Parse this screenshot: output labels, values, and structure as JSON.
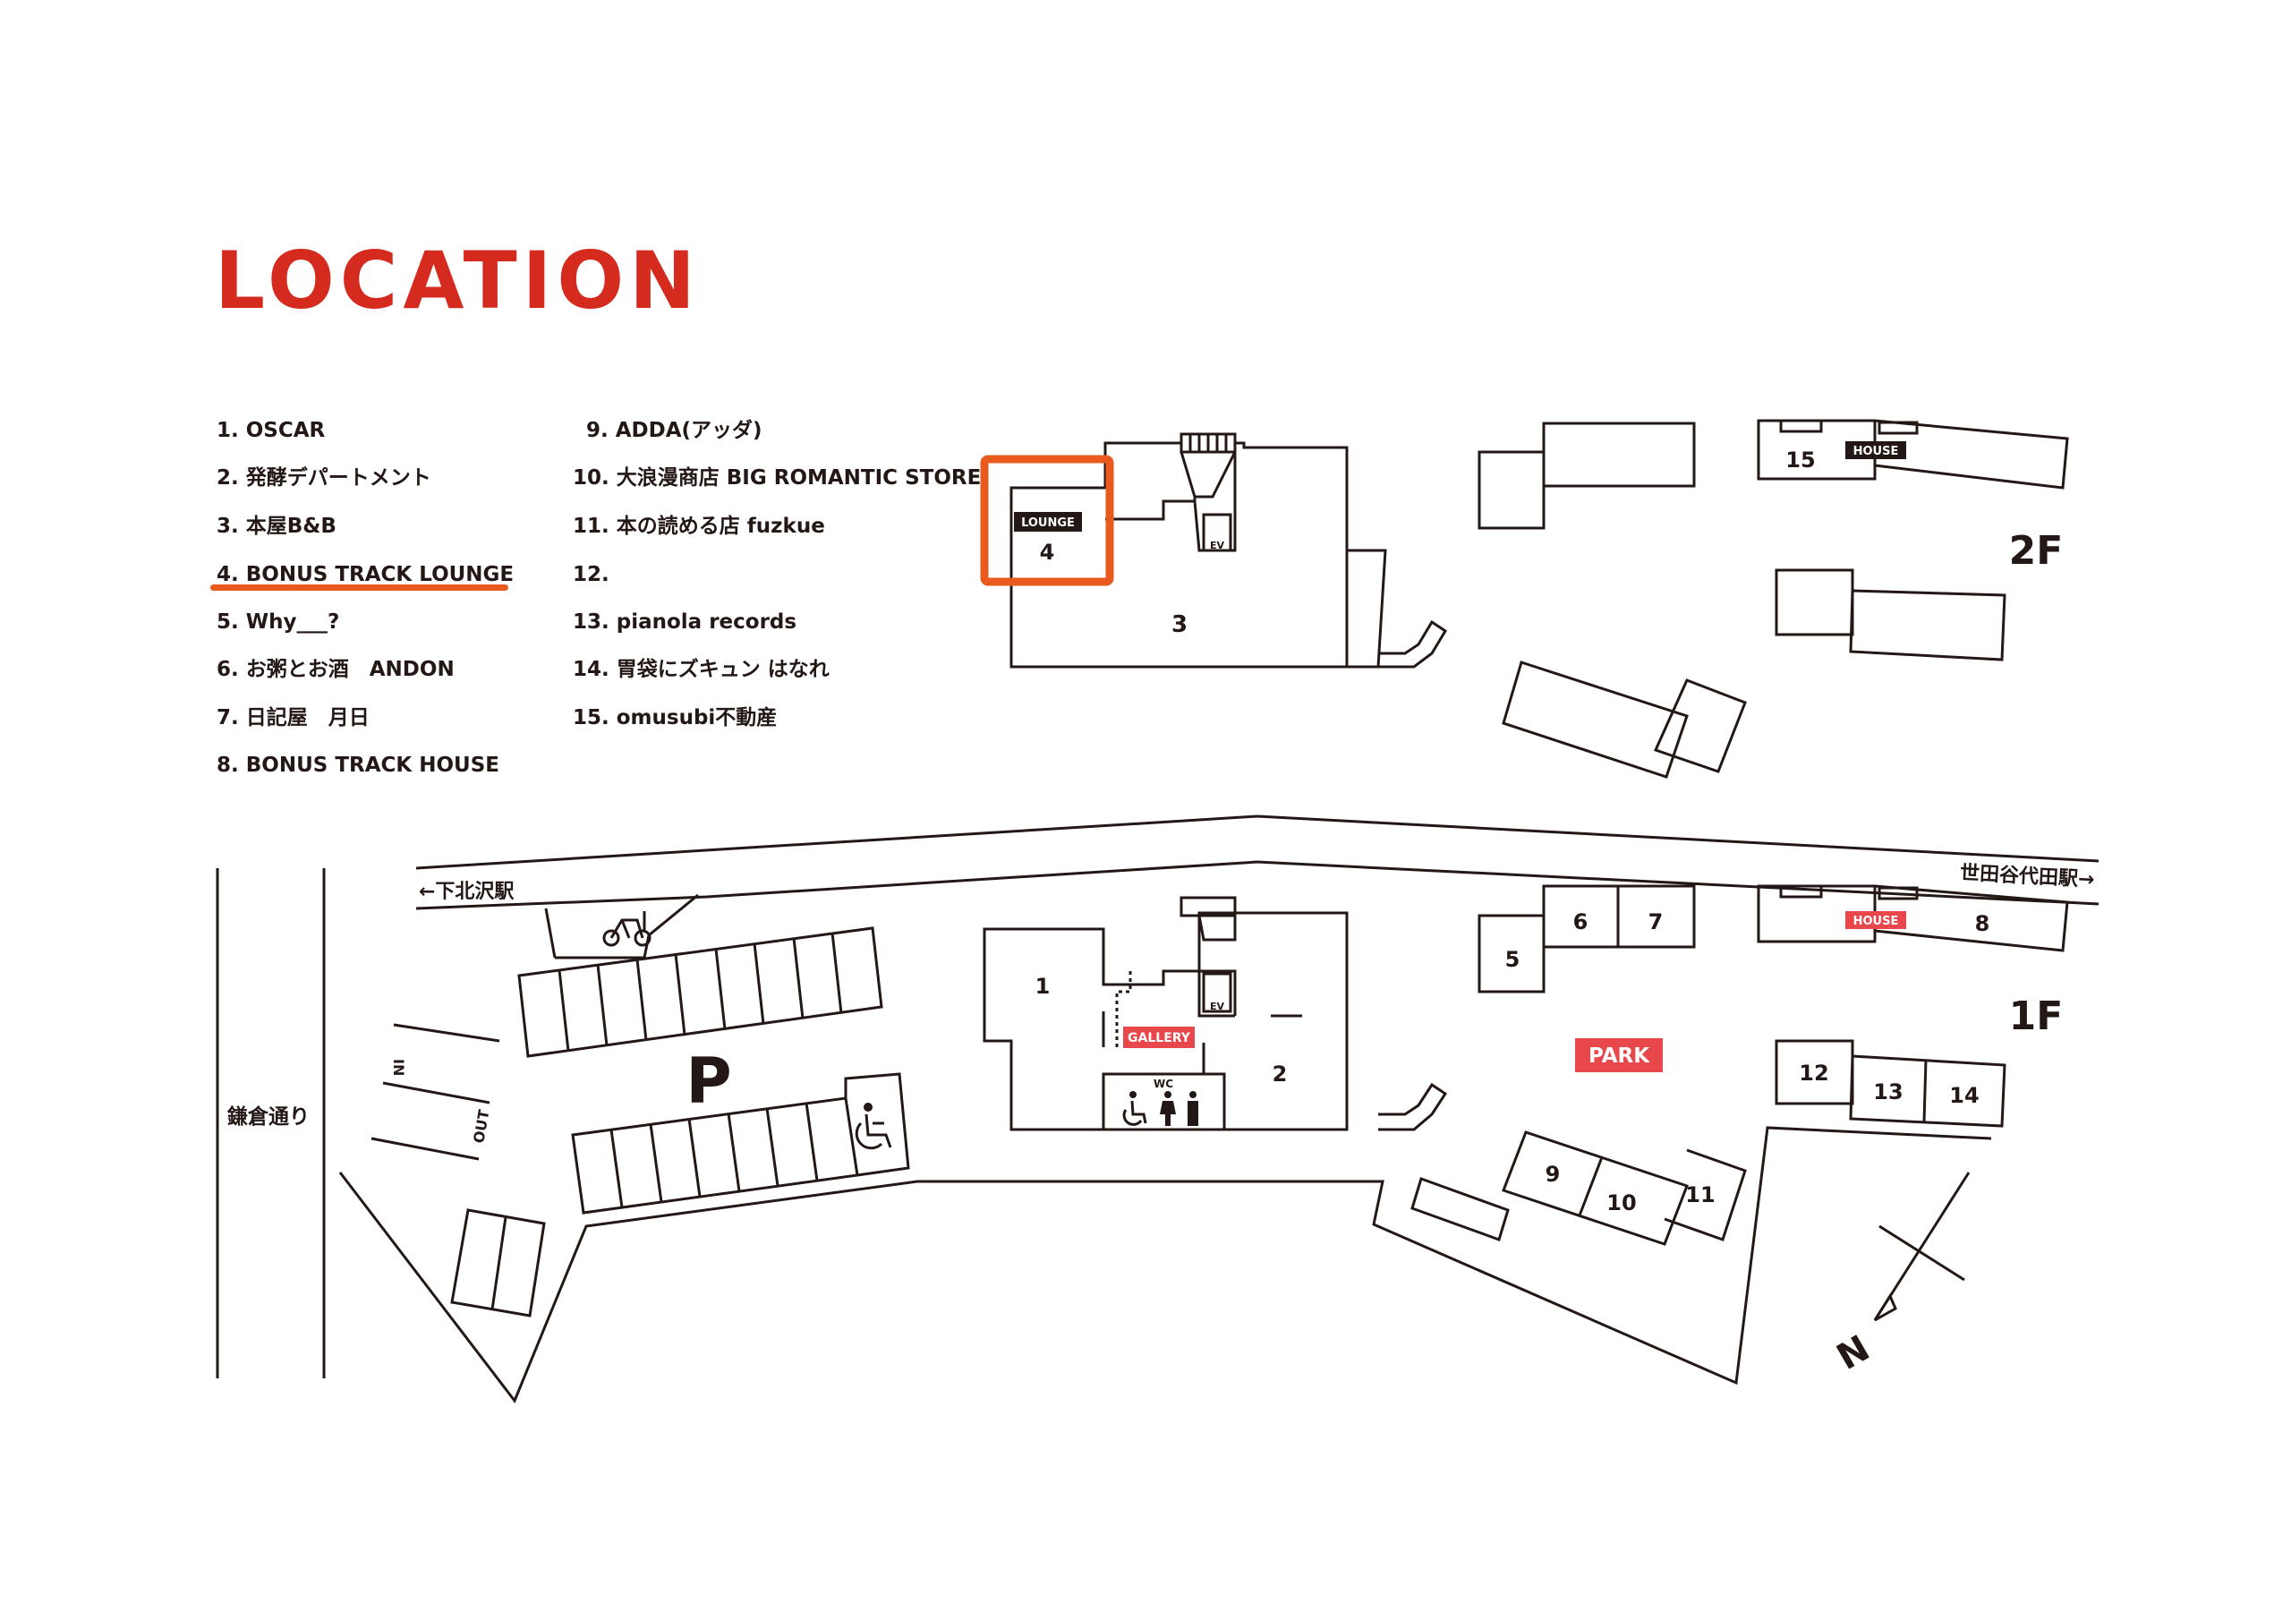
{
  "title": "LOCATION",
  "legend": {
    "col1": [
      "1. OSCAR",
      "2. 発酵デパートメント",
      "3. 本屋B&B",
      "4. BONUS TRACK LOUNGE",
      "5. Why___?",
      "6. お粥とお酒　ANDON",
      "7. 日記屋　月日",
      "8. BONUS TRACK HOUSE"
    ],
    "col2": [
      "9. ADDA(アッダ)",
      "10. 大浪漫商店 BIG ROMANTIC STORE",
      "11. 本の読める店 fuzkue",
      "12.",
      "13. pianola records",
      "14. 胃袋にズキュン はなれ",
      "15. omusubi不動産"
    ]
  },
  "highlighted_item": "4. BONUS TRACK LOUNGE",
  "floors": {
    "upper": "2F",
    "lower": "1F"
  },
  "map_labels": {
    "lounge": "LOUNGE",
    "house": "HOUSE",
    "gallery": "GALLERY",
    "park": "PARK",
    "wc": "WC",
    "ev": "EV",
    "parking": "P",
    "in": "IN",
    "out": "OUT",
    "station_left": "←下北沢駅",
    "station_right": "世田谷代田駅→",
    "street": "鎌倉通り",
    "north": "N"
  },
  "building_numbers": {
    "b1": "1",
    "b2": "2",
    "b3": "3",
    "b4": "4",
    "b5": "5",
    "b6": "6",
    "b7": "7",
    "b8": "8",
    "b9": "9",
    "b10": "10",
    "b11": "11",
    "b12": "12",
    "b13": "13",
    "b14": "14",
    "b15": "15"
  },
  "icons": [
    "bicycle-icon",
    "wheelchair-icon",
    "restroom-icon",
    "elevator-icon",
    "north-arrow-icon"
  ],
  "colors": {
    "accent_red": "#d52b1e",
    "highlight_orange": "#e85a1e",
    "label_red": "#e8474b",
    "ink": "#231815"
  }
}
